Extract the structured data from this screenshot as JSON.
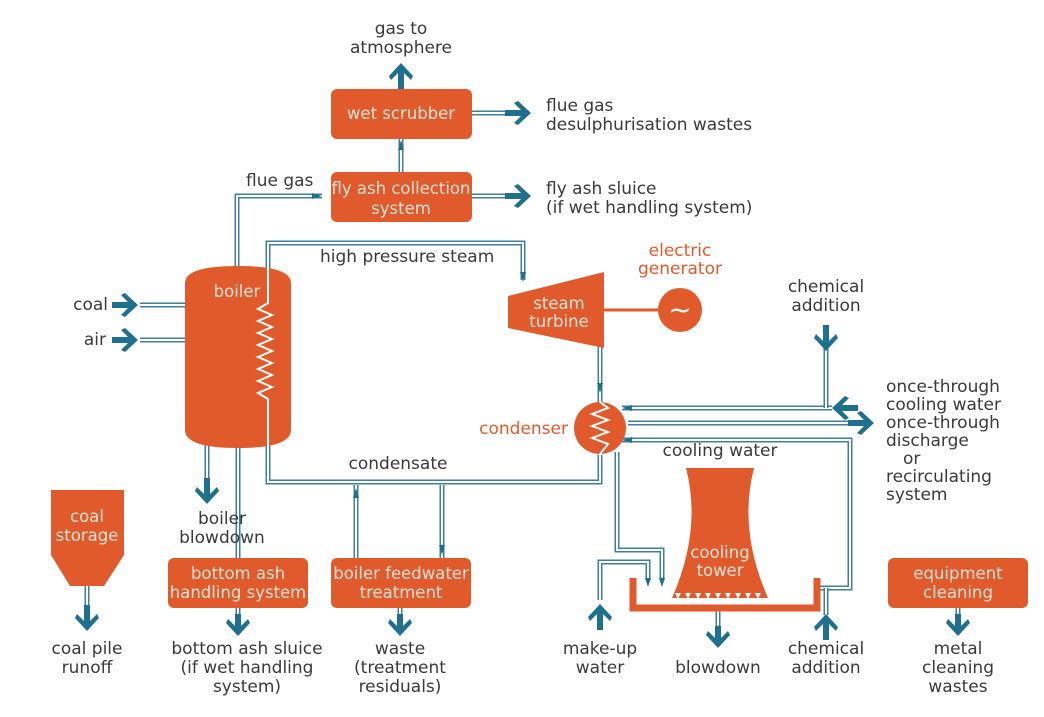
{
  "title": "Coal-fired power plant process and waste streams",
  "colors": {
    "equipment": "#e05a2b",
    "pipe": "#3f7f9a",
    "arrow": "#1f6f8f",
    "text": "#3a3a3a",
    "equipment_text": "#fbe3d8"
  },
  "equipment": {
    "wet_scrubber": [
      "wet scrubber"
    ],
    "fly_ash_collection": [
      "fly ash collection",
      "system"
    ],
    "boiler": [
      "boiler"
    ],
    "steam_turbine": [
      "steam",
      "turbine"
    ],
    "electric_generator": [
      "electric",
      "generator"
    ],
    "generator_symbol": "~",
    "condenser": [
      "condenser"
    ],
    "cooling_tower": [
      "cooling",
      "tower"
    ],
    "coal_storage": [
      "coal",
      "storage"
    ],
    "bottom_ash_handling": [
      "bottom ash",
      "handling system"
    ],
    "boiler_feedwater_treatment": [
      "boiler feedwater",
      "treatment"
    ],
    "equipment_cleaning": [
      "equipment",
      "cleaning"
    ]
  },
  "flows": {
    "gas_to_atmosphere": [
      "gas to",
      "atmosphere"
    ],
    "fgd_wastes": [
      "flue gas",
      "desulphurisation wastes"
    ],
    "flue_gas": [
      "flue gas"
    ],
    "fly_ash_sluice": [
      "fly ash sluice",
      "(if wet handling system)"
    ],
    "high_pressure_steam": [
      "high pressure steam"
    ],
    "coal": [
      "coal"
    ],
    "air": [
      "air"
    ],
    "chemical_addition_top": [
      "chemical",
      "addition"
    ],
    "once_through": [
      "once-through",
      "cooling water",
      "once-through",
      "discharge",
      "or",
      "recirculating",
      "system"
    ],
    "condensate": [
      "condensate"
    ],
    "cooling_water": [
      "cooling water"
    ],
    "boiler_blowdown": [
      "boiler",
      "blowdown"
    ],
    "coal_pile_runoff": [
      "coal pile",
      "runoff"
    ],
    "bottom_ash_sluice": [
      "bottom ash sluice",
      "(if wet handling",
      "system)"
    ],
    "treatment_waste": [
      "waste",
      "(treatment",
      "residuals)"
    ],
    "make_up_water": [
      "make-up",
      "water"
    ],
    "blowdown": [
      "blowdown"
    ],
    "chemical_addition_bottom": [
      "chemical",
      "addition"
    ],
    "metal_cleaning_wastes": [
      "metal",
      "cleaning",
      "wastes"
    ]
  }
}
